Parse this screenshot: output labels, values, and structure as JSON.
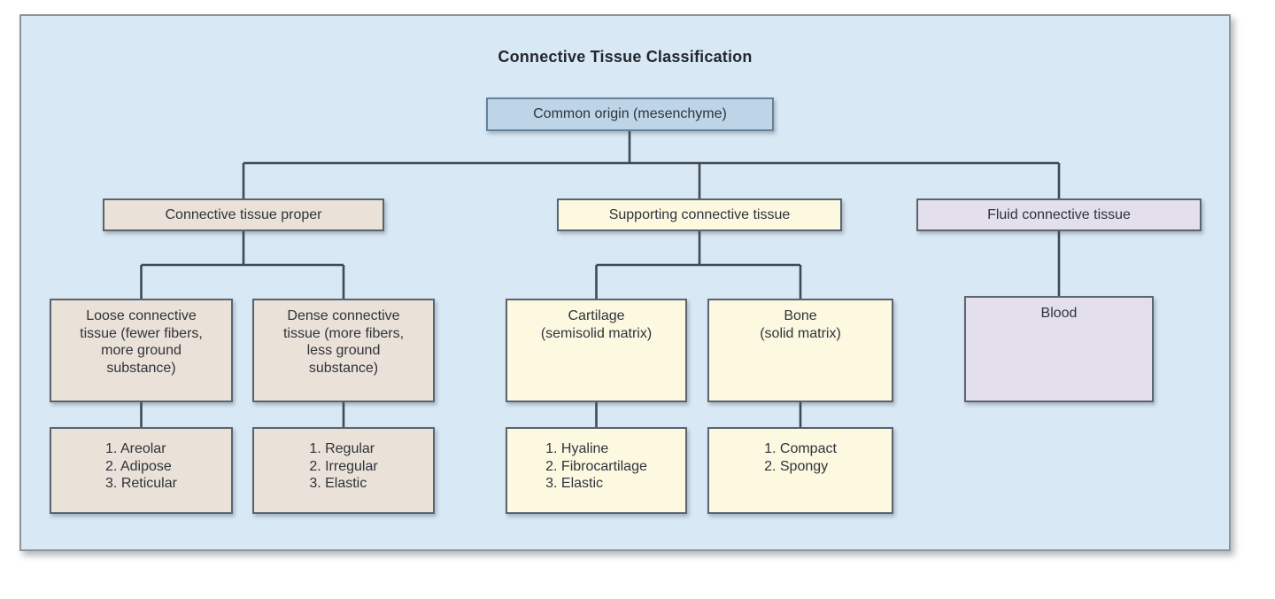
{
  "diagram": {
    "title": "Connective Tissue Classification",
    "root": {
      "label": "Common origin (mesenchyme)"
    },
    "branches": [
      {
        "label": "Connective tissue proper",
        "children": [
          {
            "label": "Loose connective\ntissue (fewer fibers,\nmore ground\nsubstance)",
            "types": [
              "1. Areolar",
              "2. Adipose",
              "3. Reticular"
            ]
          },
          {
            "label": "Dense connective\ntissue (more fibers,\nless ground\nsubstance)",
            "types": [
              "1. Regular",
              "2. Irregular",
              "3. Elastic"
            ]
          }
        ]
      },
      {
        "label": "Supporting connective tissue",
        "children": [
          {
            "label": "Cartilage\n(semisolid matrix)",
            "types": [
              "1. Hyaline",
              "2. Fibrocartilage",
              "3. Elastic"
            ]
          },
          {
            "label": "Bone\n(solid matrix)",
            "types": [
              "1. Compact",
              "2. Spongy"
            ]
          }
        ]
      },
      {
        "label": "Fluid connective tissue",
        "children": [
          {
            "label": "Blood",
            "types": []
          }
        ]
      }
    ],
    "colors": {
      "panel_bg": "#d9e8f5",
      "panel_border": "#8d959c",
      "root_fill": "#bdd5e7",
      "root_border": "#64829b",
      "proper_fill": "#eae1d8",
      "supporting_fill": "#fdf8e0",
      "fluid_fill": "#e3dfed",
      "box_border": "#5a646e",
      "line": "#3f4a52"
    }
  }
}
